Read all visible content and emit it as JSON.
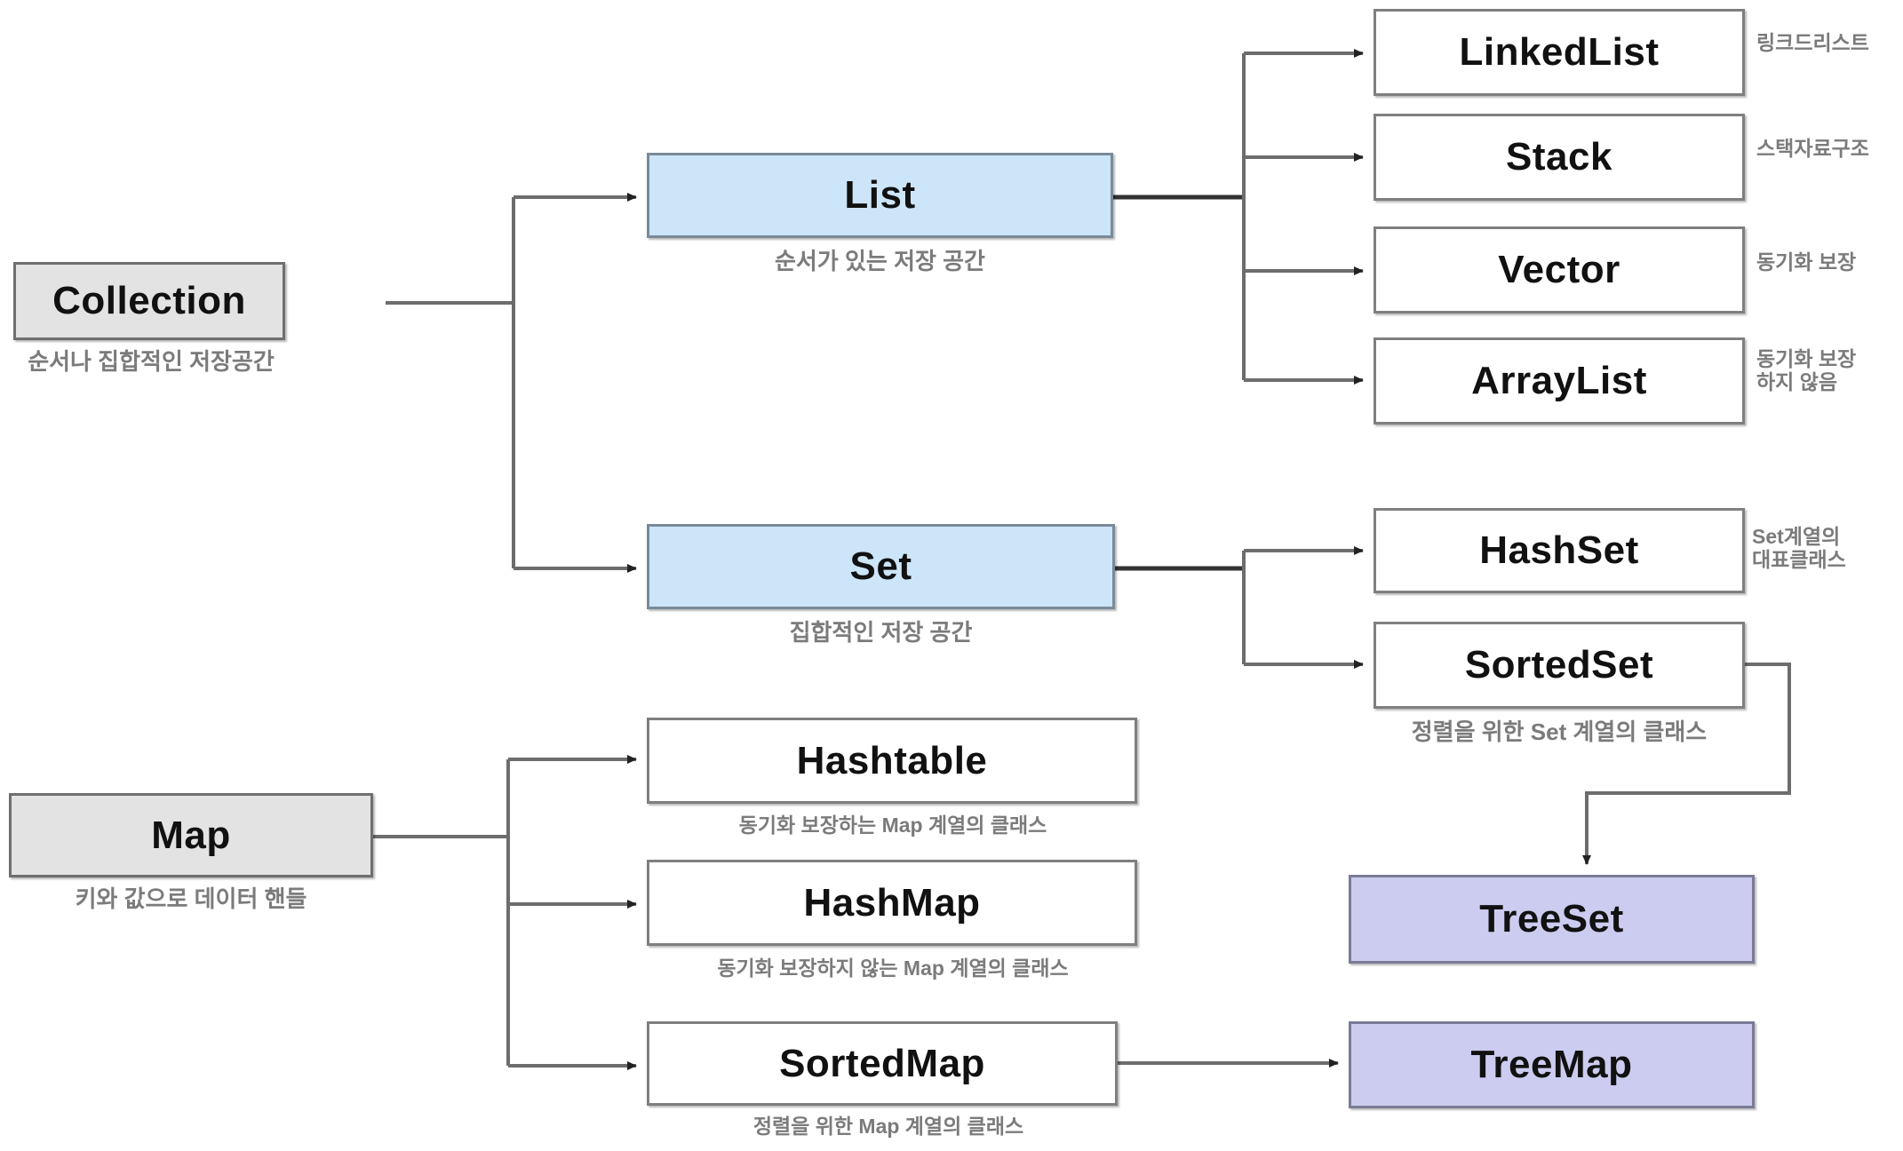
{
  "diagram": {
    "title": "Java Collection Framework hierarchy",
    "colors": {
      "root_fill": "#e3e3e3",
      "interface_fill": "#cde5f8",
      "impl_fill": "#ccccf0",
      "plain_fill": "#ffffff",
      "border": "#808080",
      "caption_text": "#7b7b7b",
      "node_text": "#111111"
    },
    "nodes": {
      "collection": {
        "label": "Collection",
        "caption": "순서나 집합적인 저장공간"
      },
      "list": {
        "label": "List",
        "caption": "순서가 있는 저장 공간"
      },
      "set": {
        "label": "Set",
        "caption": "집합적인 저장 공간"
      },
      "linkedlist": {
        "label": "LinkedList",
        "note": "링크드리스트"
      },
      "stack": {
        "label": "Stack",
        "note": "스택자료구조"
      },
      "vector": {
        "label": "Vector",
        "note": "동기화 보장"
      },
      "arraylist": {
        "label": "ArrayList",
        "note": "동기화 보장\n하지 않음"
      },
      "hashset": {
        "label": "HashSet",
        "note": "Set계열의\n대표클래스"
      },
      "sortedset": {
        "label": "SortedSet",
        "caption": "정렬을 위한 Set 계열의 클래스"
      },
      "treeset": {
        "label": "TreeSet",
        "caption": ""
      },
      "map": {
        "label": "Map",
        "caption": "키와 값으로 데이터 핸들"
      },
      "hashtable": {
        "label": "Hashtable",
        "caption": "동기화 보장하는 Map 계열의 클래스"
      },
      "hashmap": {
        "label": "HashMap",
        "caption": "동기화 보장하지 않는 Map 계열의 클래스"
      },
      "sortedmap": {
        "label": "SortedMap",
        "caption": "정렬을 위한 Map 계열의 클래스"
      },
      "treemap": {
        "label": "TreeMap",
        "caption": ""
      }
    },
    "edges": [
      {
        "from": "collection",
        "to": "list"
      },
      {
        "from": "collection",
        "to": "set"
      },
      {
        "from": "list",
        "to": "linkedlist"
      },
      {
        "from": "list",
        "to": "stack"
      },
      {
        "from": "list",
        "to": "vector"
      },
      {
        "from": "list",
        "to": "arraylist"
      },
      {
        "from": "set",
        "to": "hashset"
      },
      {
        "from": "set",
        "to": "sortedset"
      },
      {
        "from": "sortedset",
        "to": "treeset"
      },
      {
        "from": "map",
        "to": "hashtable"
      },
      {
        "from": "map",
        "to": "hashmap"
      },
      {
        "from": "map",
        "to": "sortedmap"
      },
      {
        "from": "sortedmap",
        "to": "treemap"
      }
    ]
  }
}
